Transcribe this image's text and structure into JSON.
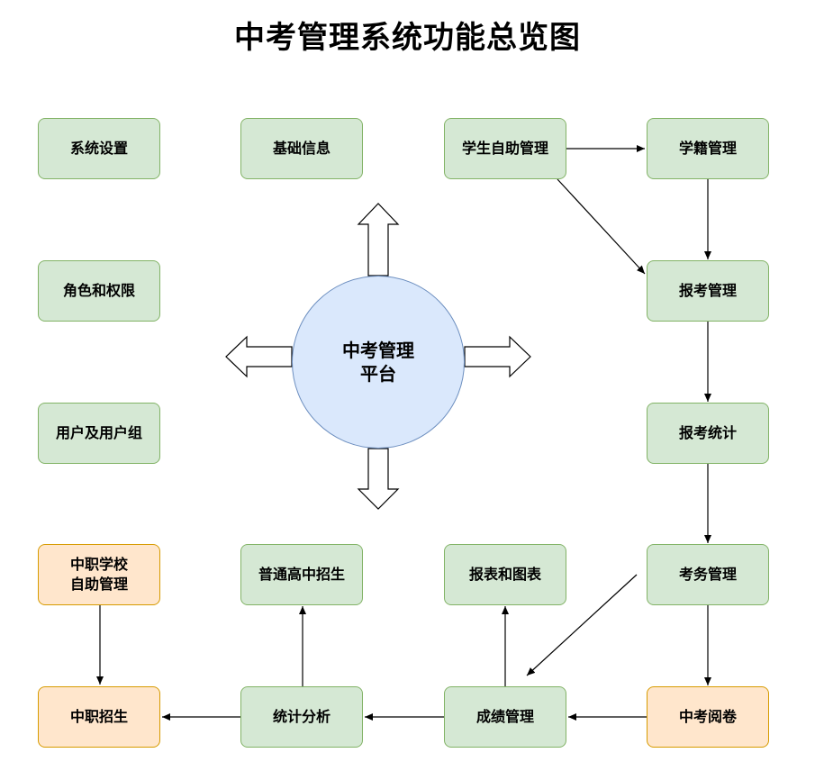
{
  "title": "中考管理系统功能总览图",
  "hub": "中考管理\n平台",
  "nodes": {
    "system_settings": "系统设置",
    "basic_info": "基础信息",
    "student_self_service": "学生自助管理",
    "enrollment_management": "学籍管理",
    "roles_permissions": "角色和权限",
    "registration_management": "报考管理",
    "users_groups": "用户及用户组",
    "registration_stats": "报考统计",
    "vocational_school_self_service": "中职学校\n自助管理",
    "general_high_school_admission": "普通高中招生",
    "reports_charts": "报表和图表",
    "exam_affairs_management": "考务管理",
    "vocational_admission": "中职招生",
    "statistical_analysis": "统计分析",
    "score_management": "成绩管理",
    "exam_marking": "中考阅卷"
  },
  "colors": {
    "green_fill": "#d5e8d4",
    "green_stroke": "#82b366",
    "orange_fill": "#ffe6cc",
    "orange_stroke": "#d79b00",
    "hub_fill": "#dae8fc",
    "hub_stroke": "#6c8ebf"
  }
}
